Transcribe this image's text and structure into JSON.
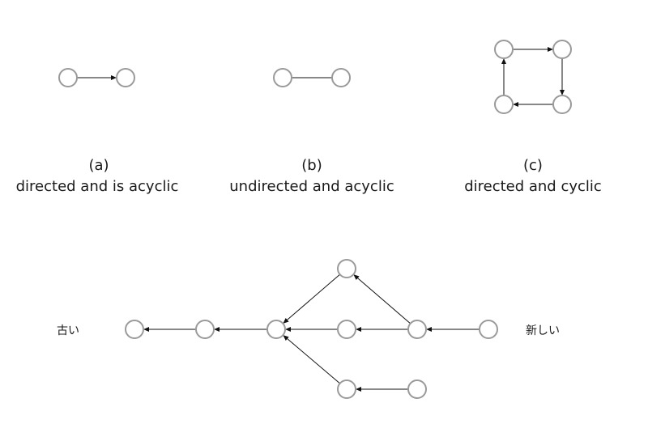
{
  "panels": {
    "a": {
      "letter": "(a)",
      "description": "directed and is acyclic",
      "directed": true,
      "nodes": [
        "a1",
        "a2"
      ],
      "edges": [
        {
          "from": "a1",
          "to": "a2"
        }
      ]
    },
    "b": {
      "letter": "(b)",
      "description": "undirected and acyclic",
      "directed": false,
      "nodes": [
        "b1",
        "b2"
      ],
      "edges": [
        {
          "from": "b1",
          "to": "b2"
        }
      ]
    },
    "c": {
      "letter": "(c)",
      "description": "directed and cyclic",
      "directed": true,
      "nodes": [
        "c1",
        "c2",
        "c3",
        "c4"
      ],
      "edges": [
        {
          "from": "c1",
          "to": "c2"
        },
        {
          "from": "c2",
          "to": "c3"
        },
        {
          "from": "c3",
          "to": "c4"
        },
        {
          "from": "c4",
          "to": "c1"
        }
      ]
    }
  },
  "history": {
    "old_label": "古い",
    "new_label": "新しい",
    "directed": true,
    "nodes": [
      "h1",
      "h2",
      "h3",
      "h4",
      "h5",
      "h6",
      "h7",
      "h8",
      "h9"
    ],
    "edges": [
      {
        "from": "h2",
        "to": "h1"
      },
      {
        "from": "h3",
        "to": "h2"
      },
      {
        "from": "h4",
        "to": "h3"
      },
      {
        "from": "h5",
        "to": "h4"
      },
      {
        "from": "h6",
        "to": "h5"
      },
      {
        "from": "h5",
        "to": "h7"
      },
      {
        "from": "h7",
        "to": "h3"
      },
      {
        "from": "h8",
        "to": "h3"
      },
      {
        "from": "h9",
        "to": "h8"
      }
    ]
  },
  "colors": {
    "node_stroke": "#9a9a9a",
    "edge": "#111111",
    "text": "#1a1a1a"
  }
}
